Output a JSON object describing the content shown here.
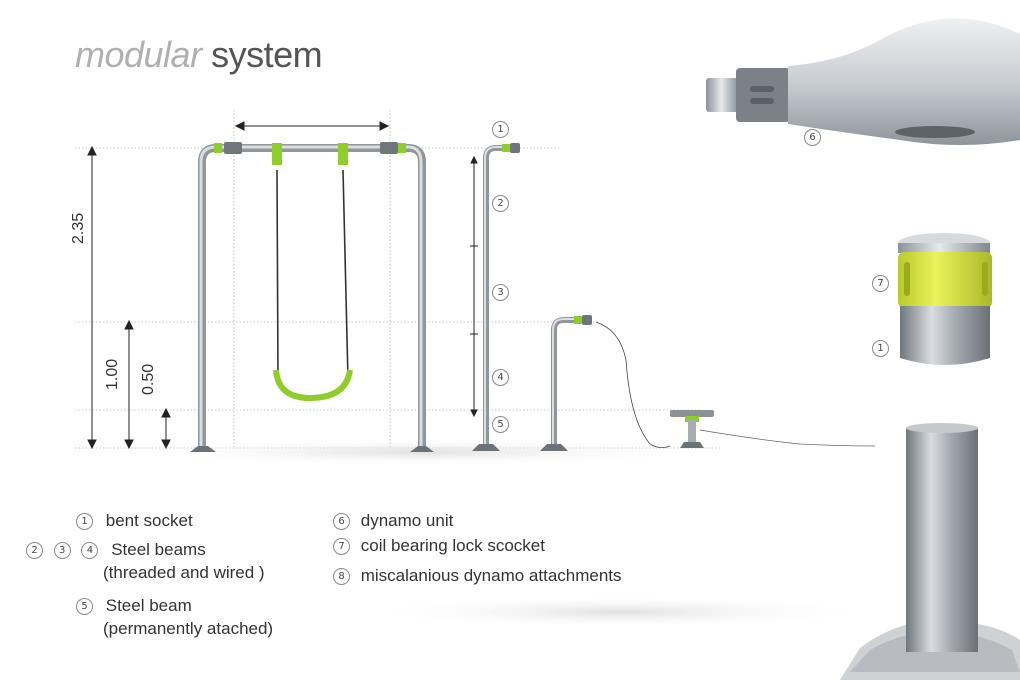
{
  "title": {
    "light": "modular",
    "dark": "system"
  },
  "dimensions": {
    "total_height": "2.35",
    "mid_height": "1.00",
    "low_height": "0.50"
  },
  "callouts": {
    "c1": "1",
    "c2": "2",
    "c3": "3",
    "c4": "4",
    "c5": "5",
    "c6": "6",
    "c7": "7",
    "c1b": "1"
  },
  "legend": {
    "items": [
      {
        "nums": [
          "1"
        ],
        "text": "bent socket",
        "text2": ""
      },
      {
        "nums": [
          "2",
          "3",
          "4"
        ],
        "text": "Steel beams",
        "text2": "(threaded and wired )"
      },
      {
        "nums": [
          "5"
        ],
        "text": "Steel beam",
        "text2": "(permanently atached)"
      },
      {
        "nums": [
          "6"
        ],
        "text": "dynamo unit",
        "text2": ""
      },
      {
        "nums": [
          "7"
        ],
        "text": "coil bearing lock scocket",
        "text2": ""
      },
      {
        "nums": [
          "8"
        ],
        "text": "miscalanious dynamo attachments",
        "text2": ""
      }
    ]
  },
  "colors": {
    "accent_green": "#8fce2a",
    "steel": "#b9bec4",
    "steel_dark": "#7d848b",
    "yellow": "#d8e84a"
  }
}
